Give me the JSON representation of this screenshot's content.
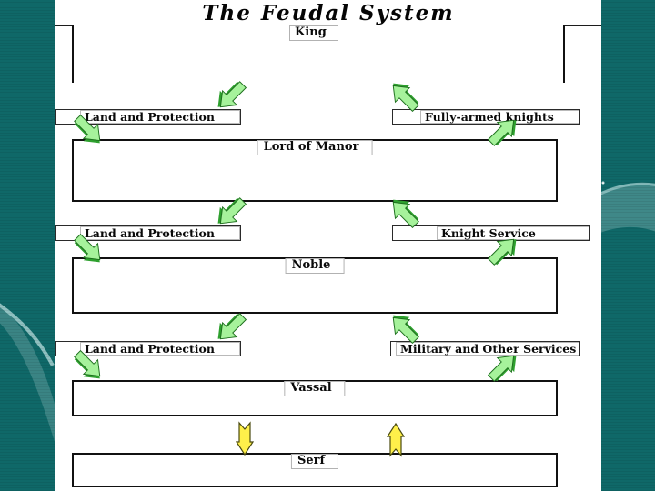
{
  "slide_title": "The Feudal System",
  "levels": [
    {
      "label": "King"
    },
    {
      "label": "Lord of Manor"
    },
    {
      "label": "Noble"
    },
    {
      "label": "Vassal"
    },
    {
      "label": "Serf"
    }
  ],
  "exchanges": [
    {
      "down": "Land and Protection",
      "up": "Fully-armed knights"
    },
    {
      "down": "Land and Protection",
      "up": "Knight Service"
    },
    {
      "down": "Land and Protection",
      "up": "Military and Other Services"
    }
  ],
  "icons": {
    "green_arrow": "diagonal-block-arrow",
    "yellow_arrow": "notched-vertical-block-arrow"
  },
  "colors": {
    "background_teal": "#0f6868",
    "swoosh_light_teal": "#4a9090",
    "slide_white": "#ffffff",
    "green_arrow_fill": "#a6f29b",
    "green_arrow_shadow": "#2ea02e",
    "yellow_arrow_fill": "#fff04a",
    "line_black": "#111111"
  }
}
